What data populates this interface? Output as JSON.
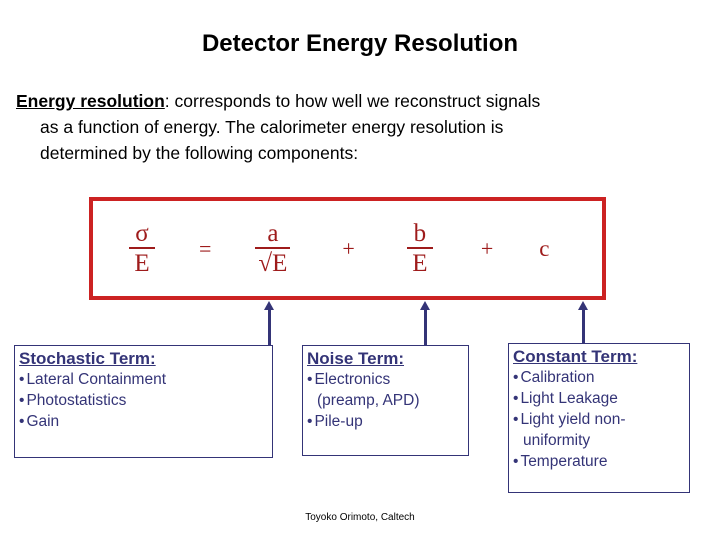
{
  "slide": {
    "title": "Detector Energy Resolution",
    "body": {
      "lead": "Energy resolution",
      "lead_suffix": ":",
      "line1_rest": " corresponds to how well we reconstruct signals",
      "line2": "as a function of energy.  The calorimeter energy resolution is",
      "line3": "determined by the following components:"
    },
    "formula": {
      "lhs": {
        "numerator": "σ",
        "denominator": "E"
      },
      "equals": "=",
      "term_a": {
        "numerator": "a",
        "denominator": "√E"
      },
      "plus_1": "+",
      "term_b": {
        "numerator": "b",
        "denominator": "E"
      },
      "plus_2": "+",
      "term_c": "c",
      "border_color": "#cc2222",
      "text_color": "#9e1b1b"
    },
    "terms": [
      {
        "heading": "Stochastic Term:",
        "bullets": [
          {
            "text": "Lateral Containment",
            "cont": null
          },
          {
            "text": "Photostatistics",
            "cont": null
          },
          {
            "text": "Gain",
            "cont": null
          }
        ]
      },
      {
        "heading": "Noise Term:",
        "bullets": [
          {
            "text": "Electronics",
            "cont": "(preamp, APD)"
          },
          {
            "text": "Pile-up",
            "cont": null
          }
        ]
      },
      {
        "heading": "Constant Term:",
        "bullets": [
          {
            "text": "Calibration",
            "cont": null
          },
          {
            "text": "Light Leakage",
            "cont": null
          },
          {
            "text": "Light yield non-",
            "cont": "uniformity"
          },
          {
            "text": "Temperature",
            "cont": null
          }
        ]
      }
    ],
    "bullet_glyph": "•",
    "accent_navy": "#343477",
    "footer": "Toyoko Orimoto, Caltech"
  }
}
